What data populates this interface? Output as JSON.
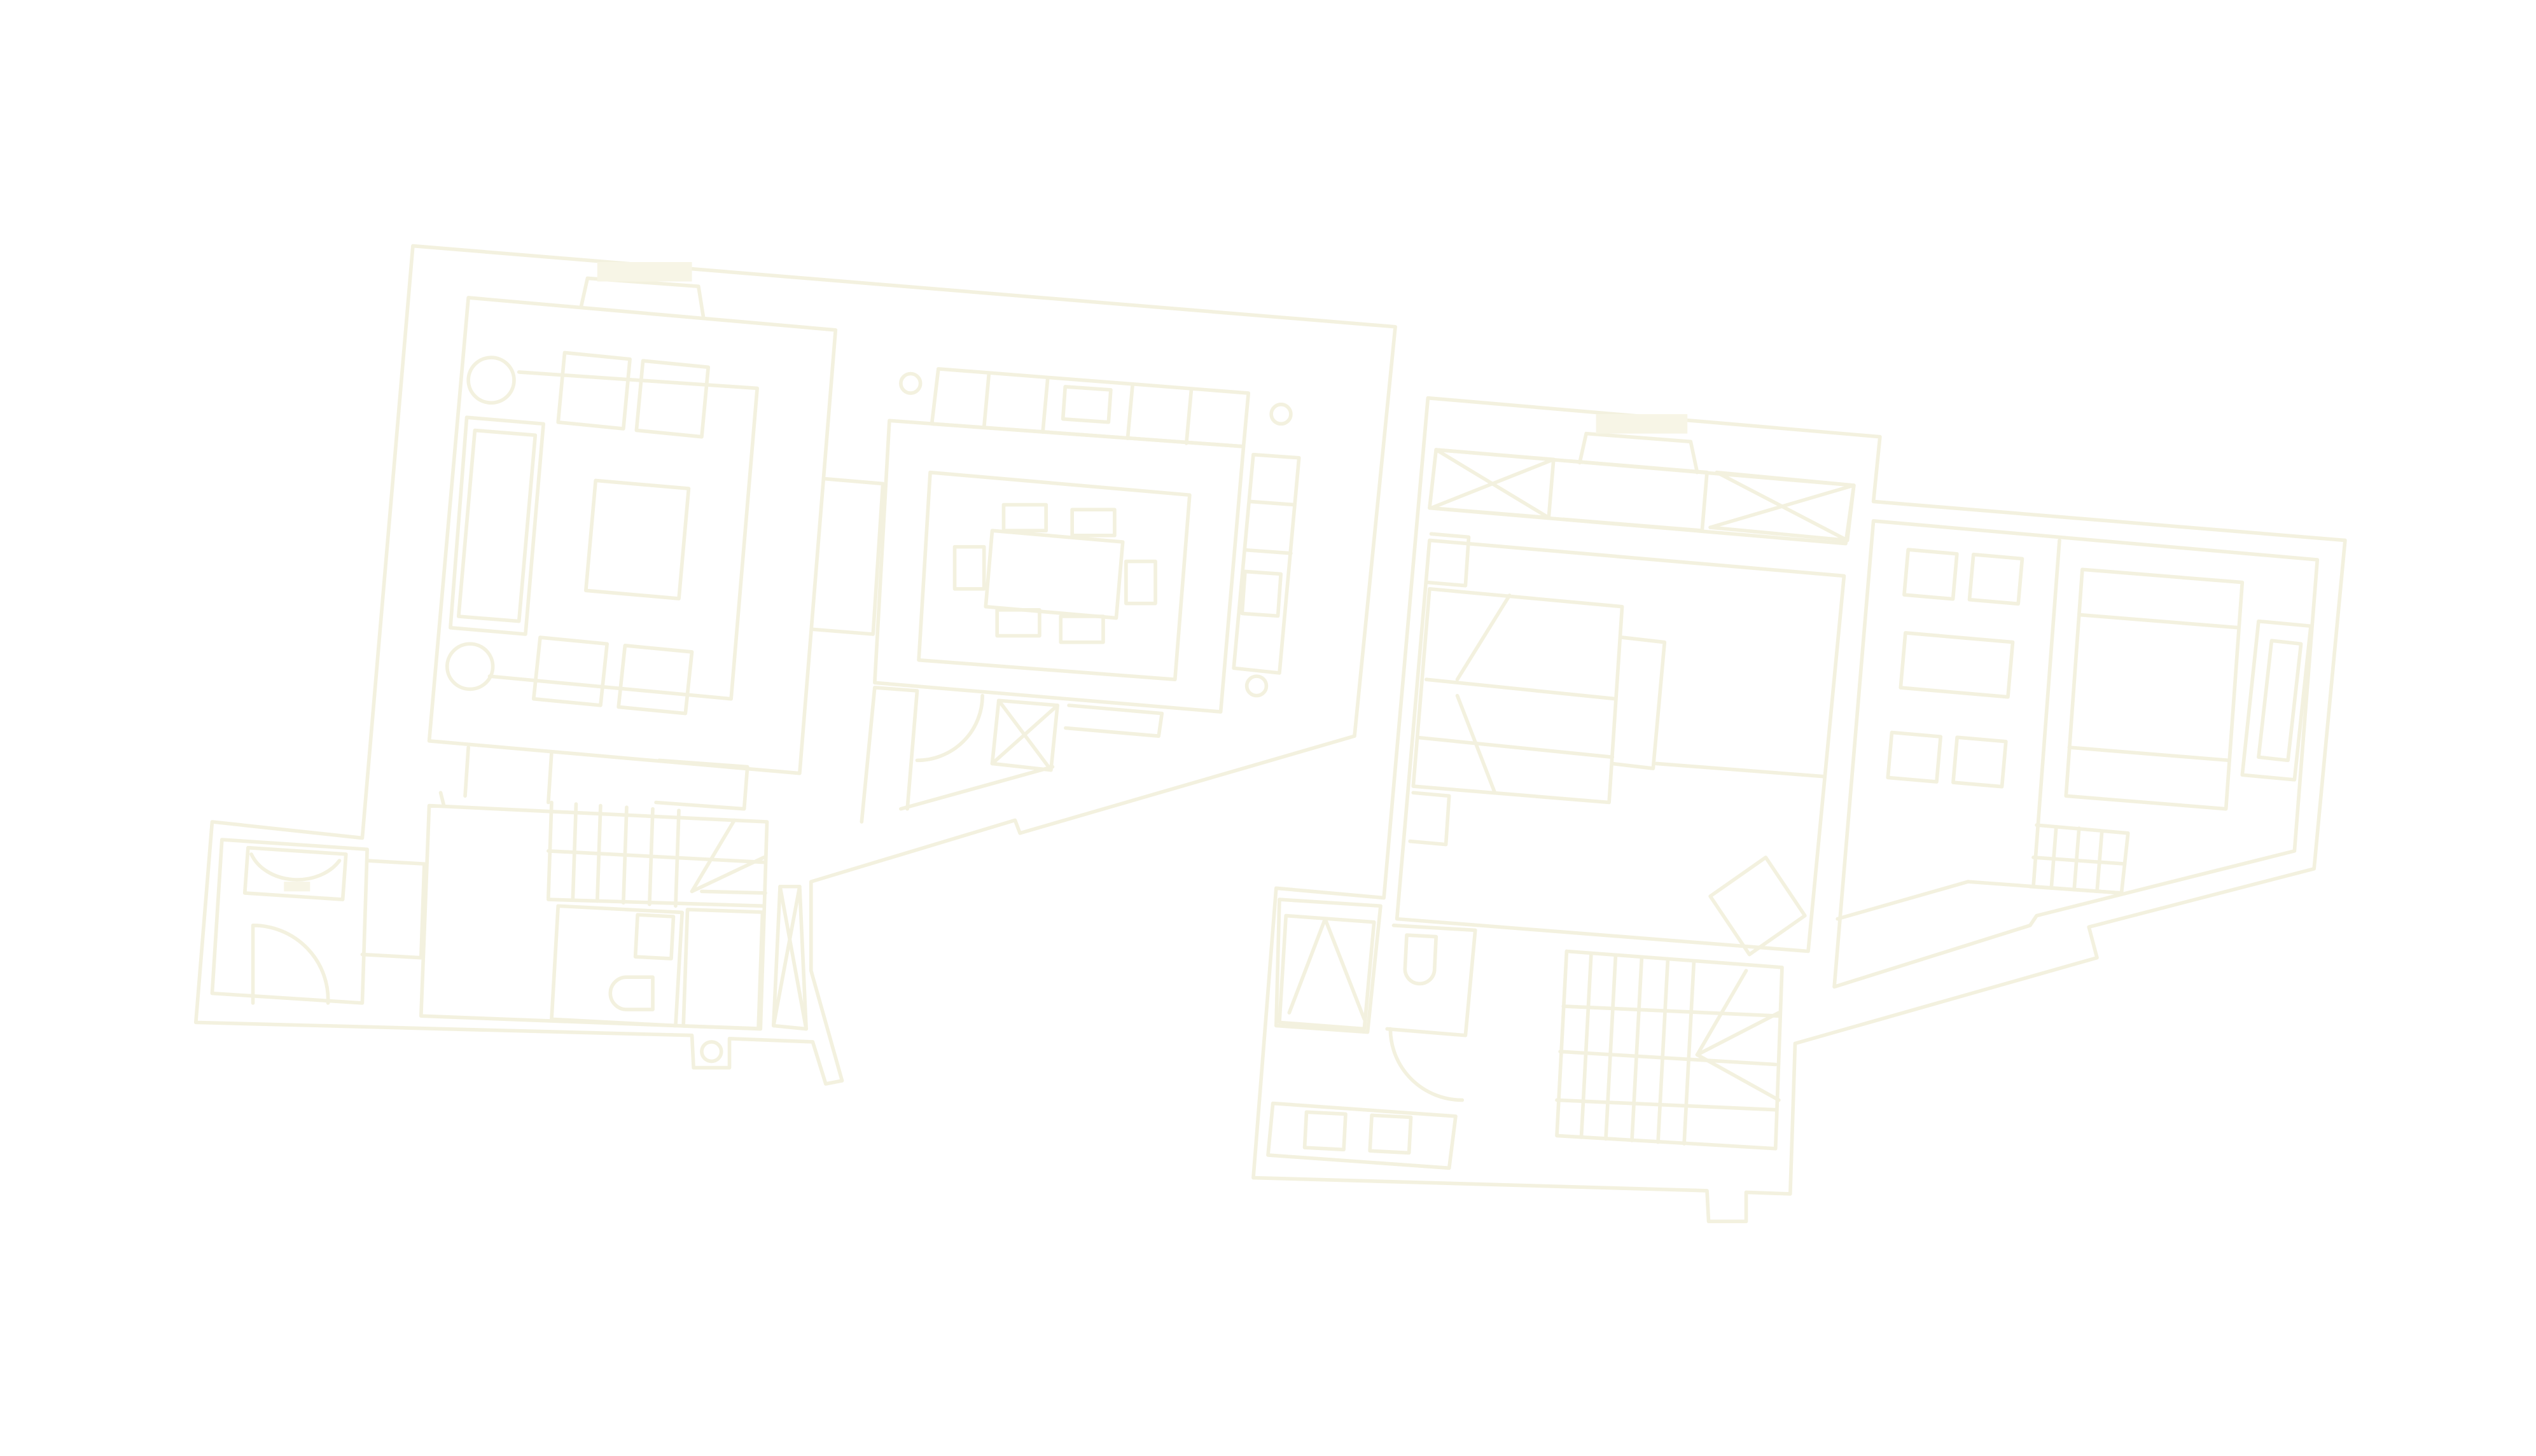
{
  "diagram": {
    "type": "architectural-floor-plan",
    "plan_count": 2,
    "text_labels": [],
    "colors": {
      "background": "#ffffff",
      "line": "#f3f1df",
      "accent_fill": "#f7f5e6"
    },
    "plans": [
      {
        "id": "left-floor-plan",
        "rooms": [
          "living-area",
          "dining-kitchen",
          "entry",
          "stair",
          "bathroom"
        ]
      },
      {
        "id": "right-floor-plan",
        "rooms": [
          "bedroom-north",
          "bedroom-main",
          "bedroom-east",
          "stair",
          "bathroom",
          "entry"
        ]
      }
    ]
  }
}
